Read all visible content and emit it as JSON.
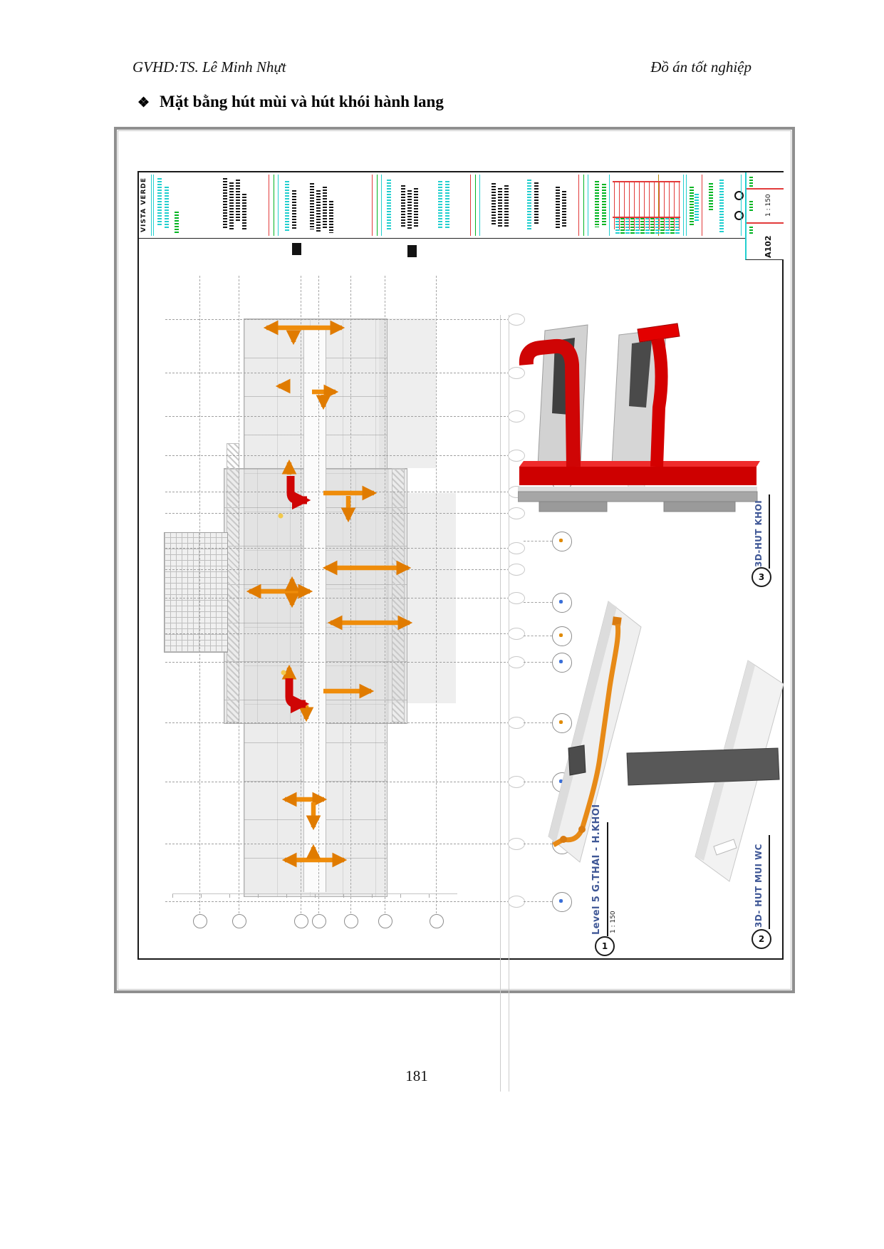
{
  "header": {
    "left": "GVHD:TS. Lê Minh Nhựt",
    "right": "Đồ án tốt nghiệp"
  },
  "heading": {
    "bullet": "❖",
    "text": "Mặt bằng hút mùi và hút khói hành lang"
  },
  "sheet": {
    "title_block": {
      "project": "VISTA VERDE",
      "sheet_number": "A102",
      "scale": "1 : 150"
    },
    "views": [
      {
        "number": "1",
        "title": "Level 5 G.THAI - H.KHOI",
        "scale": "1 : 150"
      },
      {
        "number": "2",
        "title": "3D- HUT MUI WC"
      },
      {
        "number": "3",
        "title": "3D-HUT KHOI"
      }
    ]
  },
  "colors": {
    "duct_orange": "#ef8c0a",
    "duct_red": "#cf0505",
    "grid_gray": "#a0a0a0"
  },
  "page_number": "181"
}
